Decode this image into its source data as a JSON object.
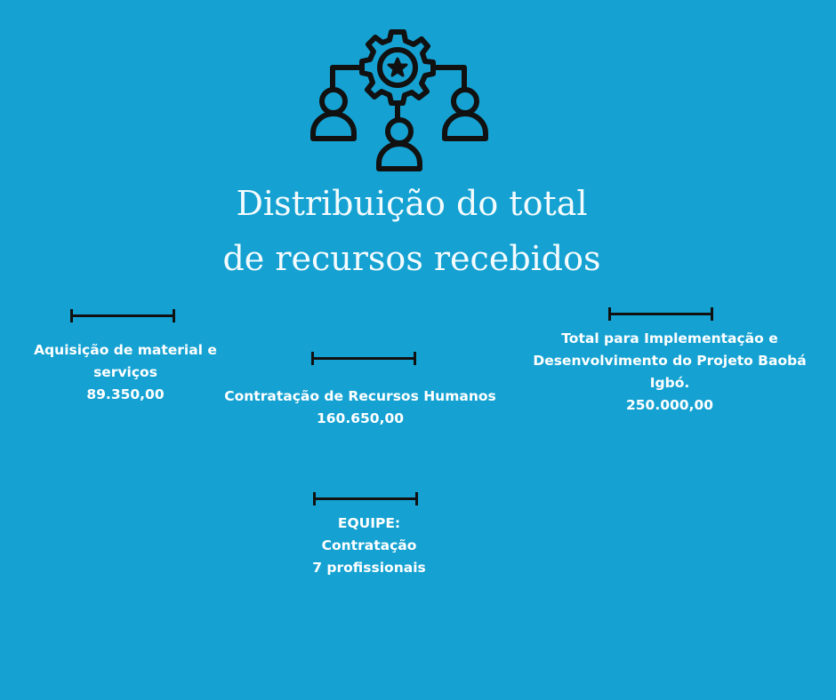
{
  "title": {
    "line1": "Distribuição do total",
    "line2": "de recursos recebidos"
  },
  "items": [
    {
      "label": "Aquisição de material e serviços",
      "value": "89.350,00"
    },
    {
      "label": "Contratação de Recursos Humanos",
      "value": "160.650,00"
    },
    {
      "label": "Total para Implementação e Desenvolvimento do Projeto Baobá Igbó.",
      "value": "250.000,00"
    }
  ],
  "team": {
    "line1": "EQUIPE:",
    "line2": "Contratação",
    "line3": "7 profissionais"
  },
  "colors": {
    "background": "#15a2d2",
    "text": "#ffffff",
    "icon": "#111111"
  }
}
